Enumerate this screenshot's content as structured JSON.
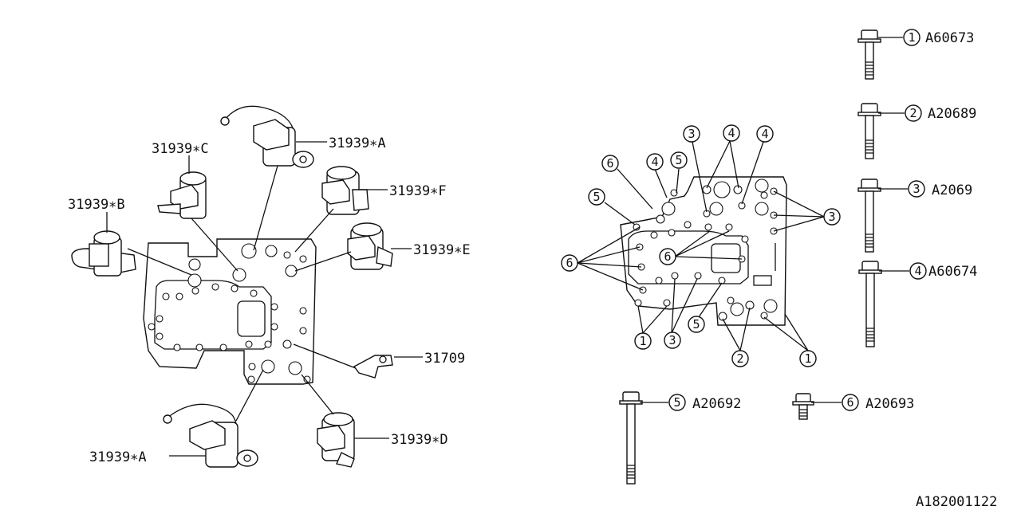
{
  "diagram_id": "A182001122",
  "left_labels": {
    "solenoid_a_top": "31939∗A",
    "solenoid_c": "31939∗C",
    "solenoid_b": "31939∗B",
    "solenoid_f": "31939∗F",
    "solenoid_e": "31939∗E",
    "bracket": "31709",
    "solenoid_d": "31939∗D",
    "solenoid_a_bottom": "31939∗A"
  },
  "bolts": [
    {
      "num": "1",
      "part": "A60673"
    },
    {
      "num": "2",
      "part": "A20689"
    },
    {
      "num": "3",
      "part": "A2069"
    },
    {
      "num": "4",
      "part": "A60674"
    },
    {
      "num": "5",
      "part": "A20692"
    },
    {
      "num": "6",
      "part": "A20693"
    }
  ],
  "callouts": {
    "c6a": "6",
    "c4a": "4",
    "c5a": "5",
    "c3a": "3",
    "c4b": "4",
    "c4c": "4",
    "c5b": "5",
    "c3b": "3",
    "c6b": "6",
    "c6c": "6",
    "c5c": "5",
    "c1a": "1",
    "c3c": "3",
    "c2a": "2",
    "c1b": "1"
  }
}
